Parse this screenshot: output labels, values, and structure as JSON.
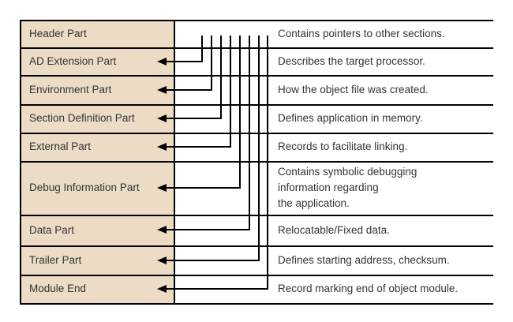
{
  "diagram": {
    "description": "Object module file structure: parts on the left point from the Header Part via connector lines, descriptions on the right",
    "rows": [
      {
        "part": "Header Part",
        "description": "Contains pointers to other sections.",
        "has_pointer_arrow": false
      },
      {
        "part": "AD Extension Part",
        "description": "Describes the target processor.",
        "has_pointer_arrow": true
      },
      {
        "part": "Environment Part",
        "description": "How the object file was created.",
        "has_pointer_arrow": true
      },
      {
        "part": "Section Definition Part",
        "description": "Defines application in memory.",
        "has_pointer_arrow": true
      },
      {
        "part": "External Part",
        "description": "Records to facilitate linking.",
        "has_pointer_arrow": true
      },
      {
        "part": "Debug Information Part",
        "description": "Contains symbolic debugging\ninformation regarding\nthe application.",
        "has_pointer_arrow": true
      },
      {
        "part": "Data Part",
        "description": "Relocatable/Fixed data.",
        "has_pointer_arrow": true
      },
      {
        "part": "Trailer Part",
        "description": "Defines starting address, checksum.",
        "has_pointer_arrow": true
      },
      {
        "part": "Module End",
        "description": "Record marking end of object module.",
        "has_pointer_arrow": true
      }
    ],
    "colors": {
      "row_fill": "#ecdcc5",
      "line": "#000000",
      "text": "#333333",
      "background": "#ffffff"
    }
  }
}
